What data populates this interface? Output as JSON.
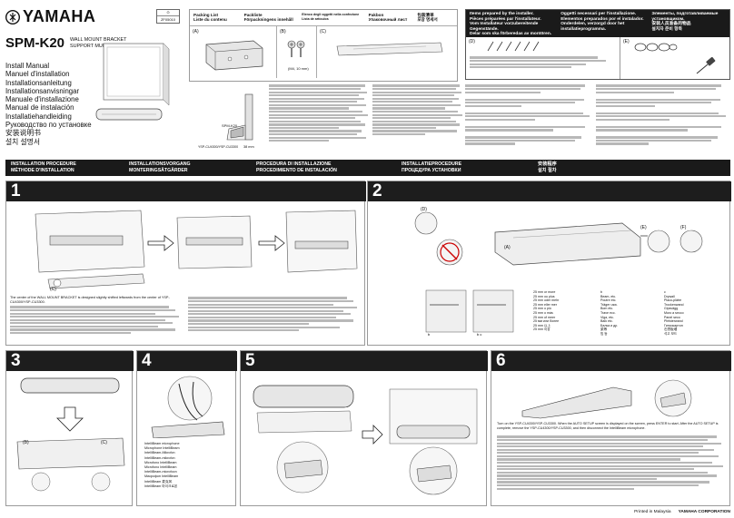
{
  "brand": {
    "name": "YAMAHA",
    "logo": "yamaha-tuning-fork-logo"
  },
  "model": {
    "name": "SPM-K20",
    "desc": [
      "WALL MOUNT BRACKET",
      "SUPPORT MURAL"
    ]
  },
  "doc_code": "ZF05010",
  "manual_titles": [
    "Install Manual",
    "Manuel d'installation",
    "Installationsanleitung",
    "Installationsanvisningar",
    "Manuale d'installazione",
    "Manual de instalación",
    "Installatiehandleiding",
    "Руководство по установке",
    "安装说明书",
    "설치 설명서"
  ],
  "packing": {
    "headers": [
      [
        "Packing List",
        "Liste du contenu"
      ],
      [
        "Packliste",
        "Förpackningens innehåll"
      ],
      [
        "Elenco degli oggetti nella confezione",
        "Lista de artículos"
      ],
      [
        "Pakbon",
        "Упаковочный лист"
      ],
      [
        "包装清单",
        "포장 명세서"
      ]
    ],
    "parts": [
      "(A)",
      "(B)",
      "(C)"
    ],
    "screw_note": "(M4, 10 mm)"
  },
  "installer_items": {
    "headers": [
      [
        "Items prepared by the installer.",
        "Pièces préparées par l'installateur.",
        "Vom Installateur vorzubereitende Gegenstände.",
        "Delar som ska förberedas av montören."
      ],
      [
        "Oggetti necessari per l'installazione.",
        "Elementos preparados por el instalador.",
        "Onderdelen, verzorgd door het installatieprogramma."
      ],
      [
        "Элементы, подготавливаемые установщиком.",
        "安装人员准备的物品",
        "설치자 준비 항목"
      ]
    ],
    "parts": [
      "(D)",
      "(E)"
    ]
  },
  "bracket_labels": {
    "spm": "SPM-K20",
    "ysp": "YSP-CU4300/YSP-CU3300",
    "dim": "38 mm"
  },
  "sections": {
    "header": [
      [
        "INSTALLATION PROCEDURE",
        "MÉTHODE D'INSTALLATION"
      ],
      [
        "INSTALLATIONSVORGANG",
        "MONTERINGSÅTGÄRDER"
      ],
      [
        "PROCEDURA DI INSTALLAZIONE",
        "PROCEDIMIENTO DE INSTALACIÓN"
      ],
      [
        "INSTALLATIEPROCEDURE",
        "ПРОЦЕДУРА УСТАНОВКИ"
      ],
      [
        "安装程序",
        "설치 절차"
      ]
    ]
  },
  "steps": [
    {
      "num": "1",
      "caption": "The center of the WALL MOUNT BRACKET is designed slightly shifted leftwards from the center of YSP-CU4300/YSP-CU3300."
    },
    {
      "num": "2",
      "labels": [
        "(A)",
        "(D)",
        "(E)",
        "(F)"
      ]
    },
    {
      "num": "3",
      "labels": [
        "(B)",
        "(C)"
      ]
    },
    {
      "num": "4",
      "labels": [
        "IntelliBeam microphone",
        "Microphone IntelliBeam",
        "IntelliBeam-Mikrofon",
        "IntelliBeam-mikrofon",
        "Microfono IntelliBeam",
        "Micrófono IntelliBeam",
        "IntelliBeam-microfoon",
        "Микрофон IntelliBeam",
        "IntelliBeam 麦克风",
        "IntelliBeam 마이크로폰"
      ]
    },
    {
      "num": "5"
    },
    {
      "num": "6",
      "caption": "Turn on the YSP-CU4300/YSP-CU3300. When the AUTO SETUP screen is displayed on the screen, press ENTER to start. After the AUTO SETUP is complete, remove the YSP-CU4300/YSP-CU3300, and then disconnect the IntelliBeam microphone."
    }
  ],
  "screw_table": [
    [
      "25 mm or more",
      "25 mm ou plus",
      "25 mm oder mehr",
      "25 mm eller mer",
      "25 mm o più",
      "25 mm o más",
      "25 mm of meer",
      "25 мм или более",
      "25 mm 以上",
      "25 mm 이상"
    ],
    [
      "b",
      "Beam, etc.",
      "Poutre etc.",
      "Träger usw.",
      "Bom etc.",
      "Trave ecc.",
      "Viga, etc.",
      "Balk etc.",
      "Балка и др.",
      "梁等",
      "빔 등"
    ],
    [
      "c",
      "Drywall",
      "Placo-plâtre",
      "Trockenwand",
      "Gipsvägg",
      "Muro a secco",
      "Panel seco",
      "Pleisterwand",
      "Гипсокартон",
      "石膏板墙",
      "석고 보드"
    ]
  ],
  "footer": {
    "printed": "Printed in Malaysia",
    "brand": "YAMAHA CORPORATION"
  },
  "colors": {
    "bar": "#1a1a1a",
    "text": "#111111",
    "accent": "#2b2b2b"
  }
}
